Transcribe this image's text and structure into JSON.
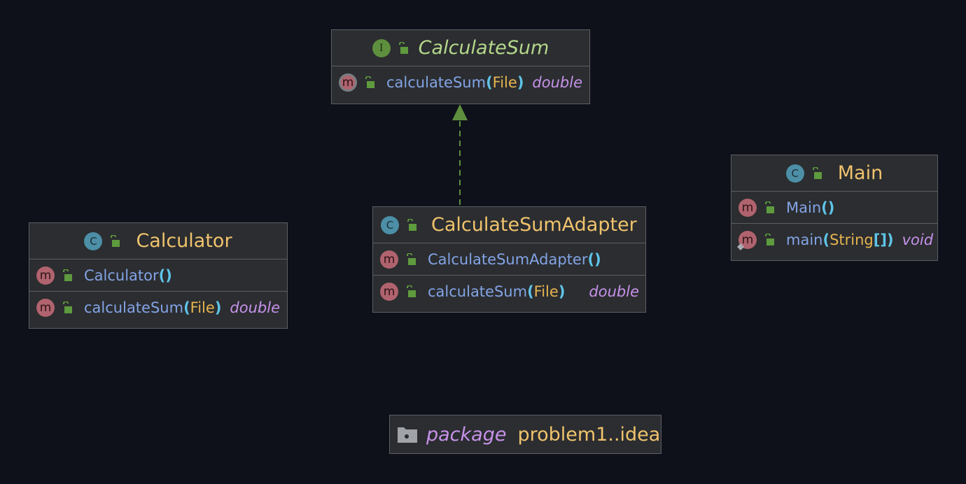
{
  "colors": {
    "background": "#0e111a",
    "box_fill": "#2b2d30",
    "box_border": "#5c5f63",
    "class_name": "#f0c36d",
    "interface_name": "#b5d88b",
    "method_name": "#83a4e6",
    "param_type": "#e6b450",
    "return_type": "#c792ea",
    "parenthesis": "#5fc4e8",
    "arrow": "#5e8f3e"
  },
  "classes": {
    "calculate_sum": {
      "kind_icon": "interface-icon",
      "badge_letter": "I",
      "name": "CalculateSum",
      "methods": [
        {
          "name": "calculateSum",
          "param": "File",
          "return": "double"
        }
      ]
    },
    "calculate_sum_adapter": {
      "kind_icon": "class-icon",
      "badge_letter": "C",
      "name": "CalculateSumAdapter",
      "methods": [
        {
          "name": "CalculateSumAdapter",
          "param": "",
          "return": ""
        },
        {
          "name": "calculateSum",
          "param": "File",
          "return": "double"
        }
      ]
    },
    "calculator": {
      "kind_icon": "class-icon",
      "badge_letter": "C",
      "name": "Calculator",
      "methods": [
        {
          "name": "Calculator",
          "param": "",
          "return": ""
        },
        {
          "name": "calculateSum",
          "param": "File",
          "return": "double"
        }
      ]
    },
    "main": {
      "kind_icon": "class-icon",
      "badge_letter": "C",
      "name": "Main",
      "methods": [
        {
          "name": "Main",
          "param": "",
          "return": ""
        },
        {
          "name": "main",
          "param": "String",
          "param_suffix": "[]",
          "return": "void"
        }
      ]
    }
  },
  "method_badge_letter": "m",
  "syntax": {
    "open_paren": "(",
    "close_paren": ")",
    "empty_parens": "()"
  },
  "relations": [
    {
      "from": "CalculateSumAdapter",
      "to": "CalculateSum",
      "type": "implements"
    }
  ],
  "package": {
    "icon": "folder-icon",
    "keyword": "package",
    "name": "problem1..idea"
  }
}
